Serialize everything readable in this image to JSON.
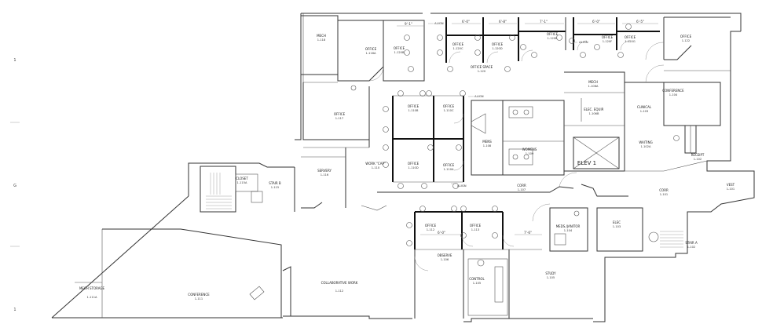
{
  "grid_marks": [
    "1",
    "—",
    "G",
    "—",
    "—",
    "1"
  ],
  "rooms": [
    {
      "name": "MECH",
      "number": "1-118"
    },
    {
      "name": "OFFICE",
      "number": "1-118A"
    },
    {
      "name": "OFFICE",
      "number": "1-120B"
    },
    {
      "name": "OFFICE",
      "number": "1-120C"
    },
    {
      "name": "OFFICE",
      "number": "1-120D"
    },
    {
      "name": "OFFICE",
      "number": "1-120E"
    },
    {
      "name": "OFFICE",
      "number": "1-120F"
    },
    {
      "name": "OFFICE",
      "number": "1-120G"
    },
    {
      "name": "OFFICE",
      "number": "1-122"
    },
    {
      "name": "OFFICE SPACE",
      "number": "1-120"
    },
    {
      "name": "OFFICE",
      "number": "1-117"
    },
    {
      "name": "OFFICE",
      "number": "1-110B"
    },
    {
      "name": "OFFICE",
      "number": "1-110C"
    },
    {
      "name": "OFFICE",
      "number": "1-110D"
    },
    {
      "name": "OFFICE",
      "number": "1-110A"
    },
    {
      "name": "WORK \"CAP\"",
      "number": "1-110"
    },
    {
      "name": "SERVERY",
      "number": "1-116"
    },
    {
      "name": "MENS",
      "number": "1-108"
    },
    {
      "name": "WOMENS",
      "number": "1-109"
    },
    {
      "name": "MECH",
      "number": "1-106A"
    },
    {
      "name": "ELEC. EQUIP.",
      "number": "1-106B"
    },
    {
      "name": "CLINICAL",
      "number": "1-103"
    },
    {
      "name": "CONFERENCE",
      "number": "1-104"
    },
    {
      "name": "WAITING",
      "number": "1-102A"
    },
    {
      "name": "RECEIPT",
      "number": "1-102"
    },
    {
      "name": "VEST",
      "number": "1-101"
    },
    {
      "name": "CORR",
      "number": "1-101"
    },
    {
      "name": "CORR",
      "number": "1-107"
    },
    {
      "name": "CLOSET",
      "number": "1-115A"
    },
    {
      "name": "STAIR B",
      "number": "1-115"
    },
    {
      "name": "OFFICE",
      "number": "1-112"
    },
    {
      "name": "OFFICE",
      "number": "1-113"
    },
    {
      "name": "OBSERVE",
      "number": "1-106"
    },
    {
      "name": "CONTROL",
      "number": "1-105"
    },
    {
      "name": "MEDS./JANITOR",
      "number": "1-104"
    },
    {
      "name": "ELEC",
      "number": "1-103"
    },
    {
      "name": "STAIR A",
      "number": "1-102"
    },
    {
      "name": "STUDY",
      "number": "1-105"
    },
    {
      "name": "MECH STORAGE",
      "number": "1-111A"
    },
    {
      "name": "CONFERENCE",
      "number": "1-111"
    },
    {
      "name": "COLLABORATIVE WORK",
      "number": "1-112"
    }
  ],
  "elevator_label": "ELEV 1",
  "dimensions": [
    "9'-1\"",
    "6'-0\"",
    "6'-8\"",
    "7'-1\"",
    "6'-0\"",
    "6'-5\"",
    "6'-0\"",
    "7'-6\""
  ],
  "annotations": [
    "ALIGN",
    "ALIGN",
    "ALIGN",
    "ALIGN"
  ]
}
